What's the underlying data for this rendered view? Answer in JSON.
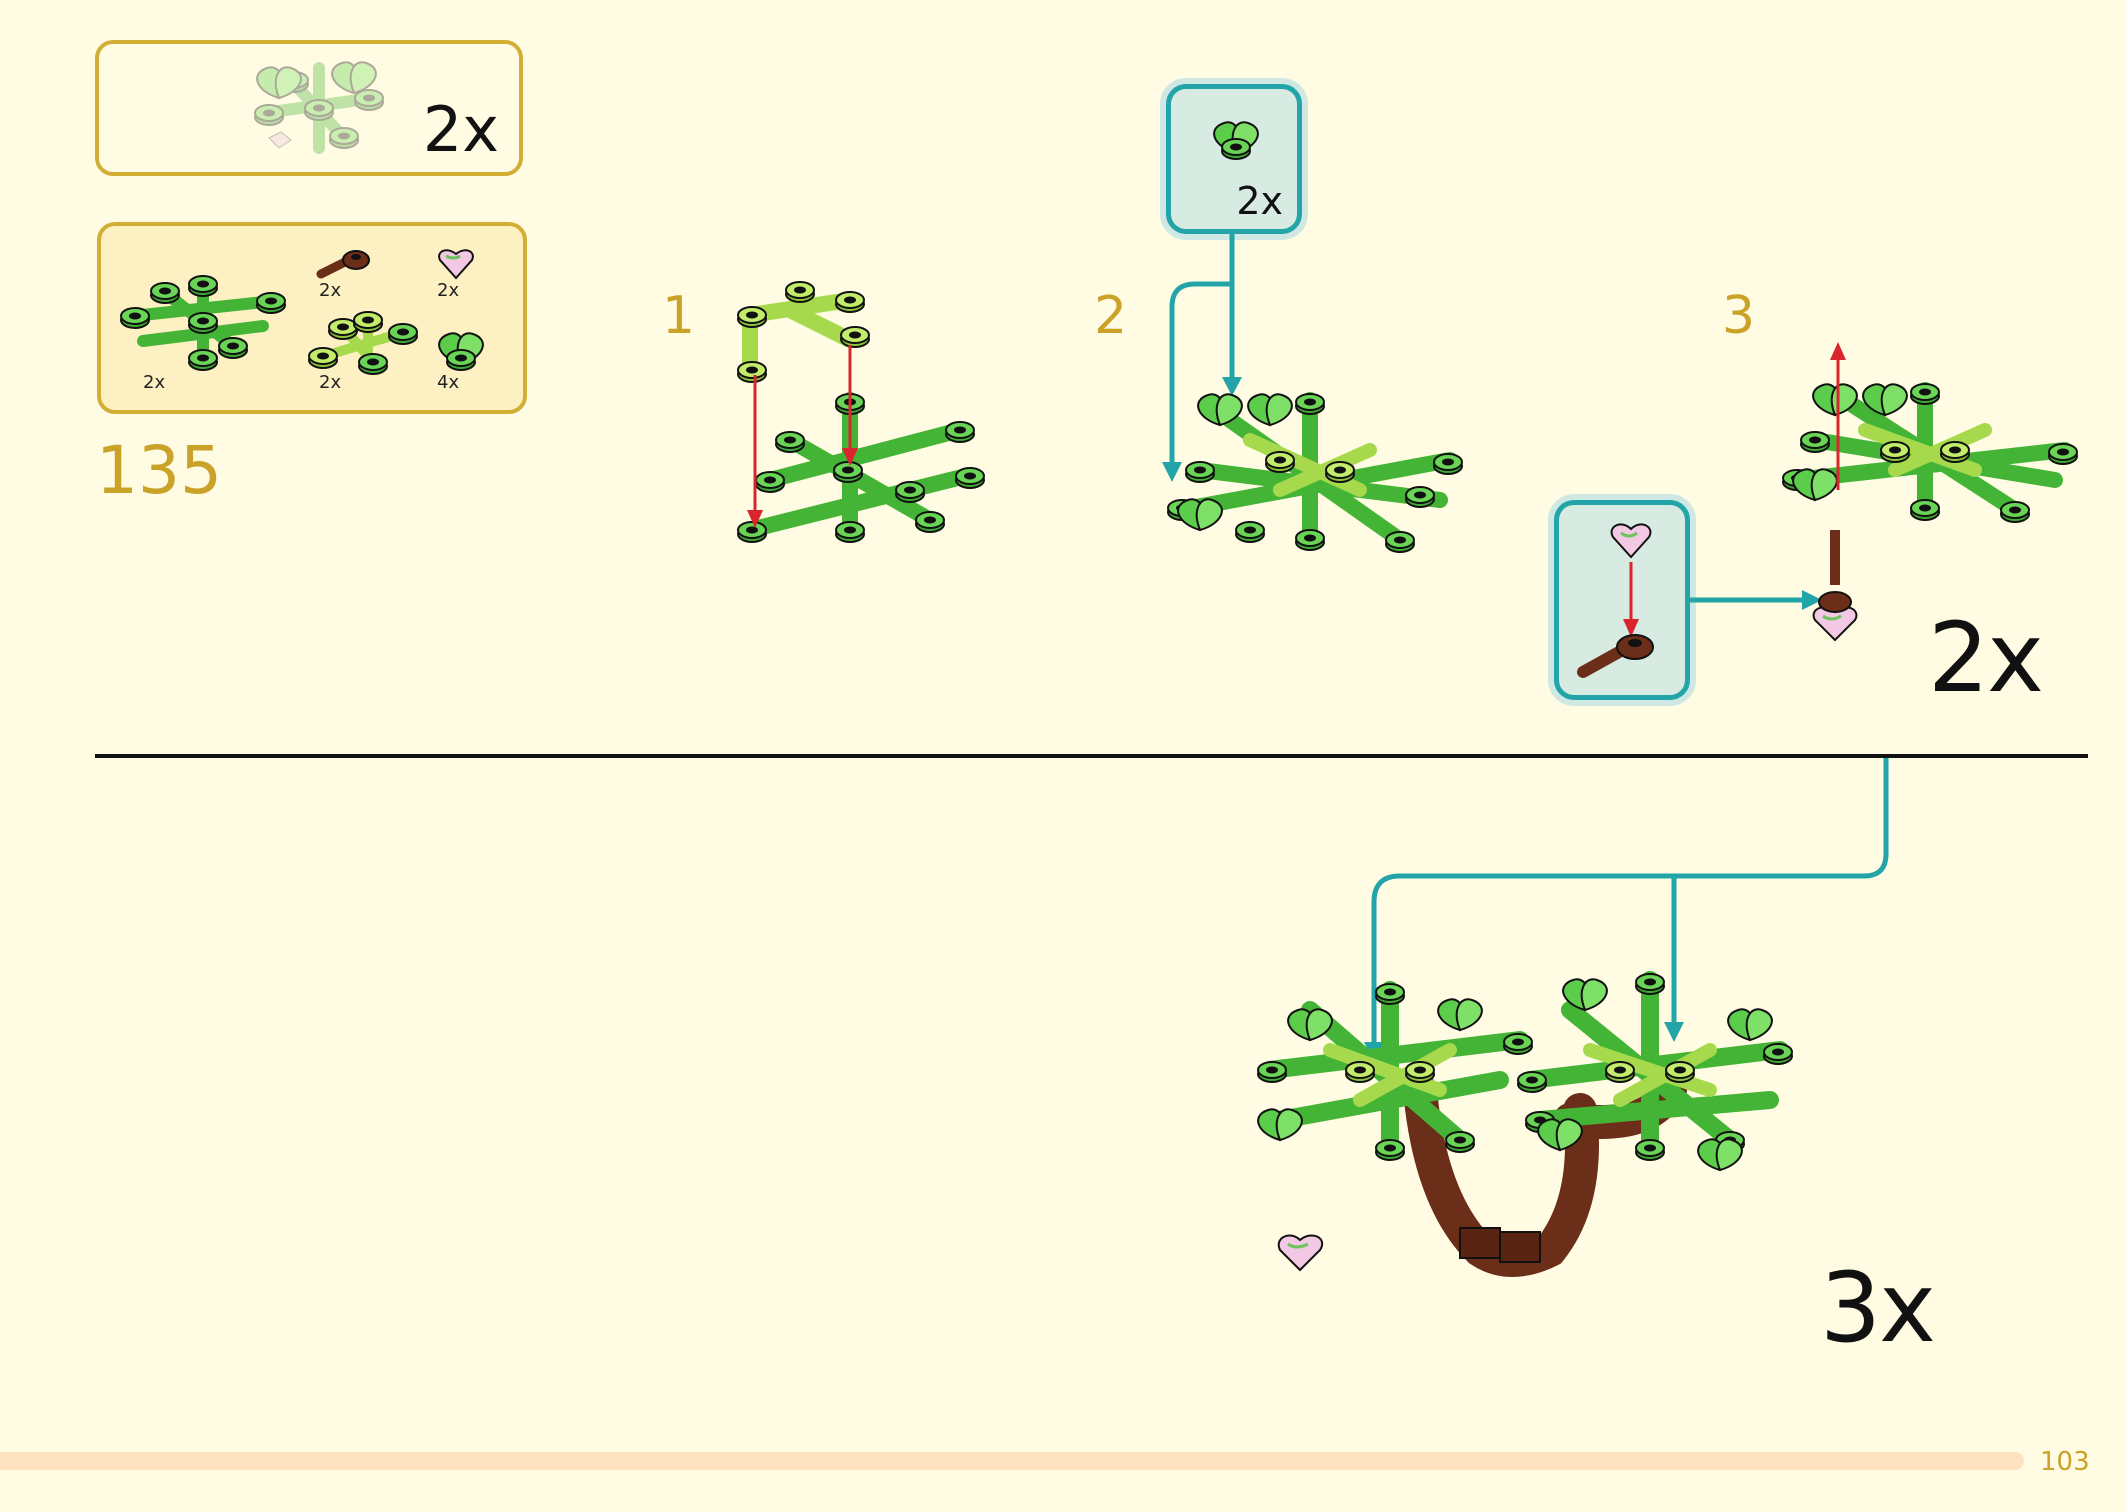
{
  "submodel_box": {
    "quantity": "2x"
  },
  "parts_list": {
    "items": [
      {
        "name": "green-branch-plate",
        "quantity": "2x"
      },
      {
        "name": "brown-bar-holder",
        "quantity": "2x"
      },
      {
        "name": "pink-heart-tile",
        "quantity": "2x"
      },
      {
        "name": "lime-branch-plate",
        "quantity": "2x"
      },
      {
        "name": "green-leaf-element",
        "quantity": "4x"
      }
    ]
  },
  "step_number": "135",
  "substeps": [
    {
      "number": "1"
    },
    {
      "number": "2",
      "callout_quantity": "2x"
    },
    {
      "number": "3",
      "multiplier": "2x"
    }
  ],
  "final": {
    "multiplier": "3x"
  },
  "page_number": "103",
  "colors": {
    "background": "#fffce3",
    "gold": "#c9a227",
    "teal_arrow": "#23a4a8",
    "red_arrow": "#d9262e",
    "leaf_green": "#5ccd4a",
    "lime_green": "#b8e860",
    "brown": "#6b2e18",
    "pink": "#f3c8e4"
  }
}
